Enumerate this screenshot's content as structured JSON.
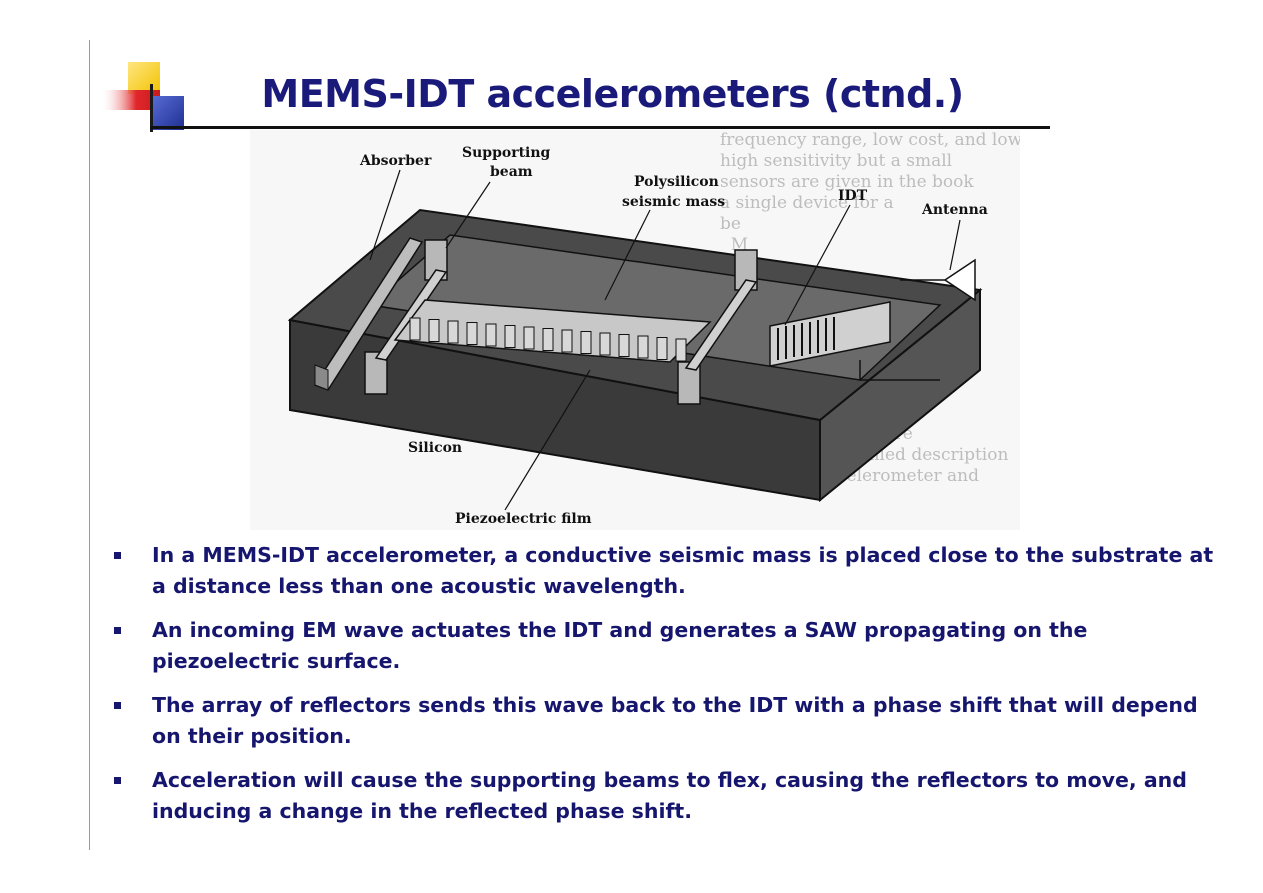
{
  "slide": {
    "title": "MEMS-IDT accelerometers (ctnd.)",
    "colors": {
      "title": "#1a1a7a",
      "bullet_text": "#16166e",
      "logo_yellow": "#f2c200",
      "logo_red": "#e0282c",
      "logo_blue": "#2a3ea8"
    }
  },
  "figure": {
    "labels": {
      "absorber": "Absorber",
      "supporting_beam_line1": "Supporting",
      "supporting_beam_line2": "beam",
      "seismic_mass_line1": "Polysilicon",
      "seismic_mass_line2": "seismic mass",
      "idt": "IDT",
      "antenna": "Antenna",
      "silicon": "Silicon",
      "piezo_film": "Piezoelectric film"
    }
  },
  "bullets": [
    "In a MEMS-IDT accelerometer, a conductive seismic mass is placed close to the substrate at a distance less than one acoustic wavelength.",
    "An incoming EM wave actuates the IDT and generates a SAW propagating on the piezoelectric surface.",
    "The array of reflectors sends this wave back to the IDT with a phase shift that will depend on their position.",
    "Acceleration will cause the supporting beams to flex, causing the reflectors to move, and inducing a change in the reflected phase shift."
  ]
}
